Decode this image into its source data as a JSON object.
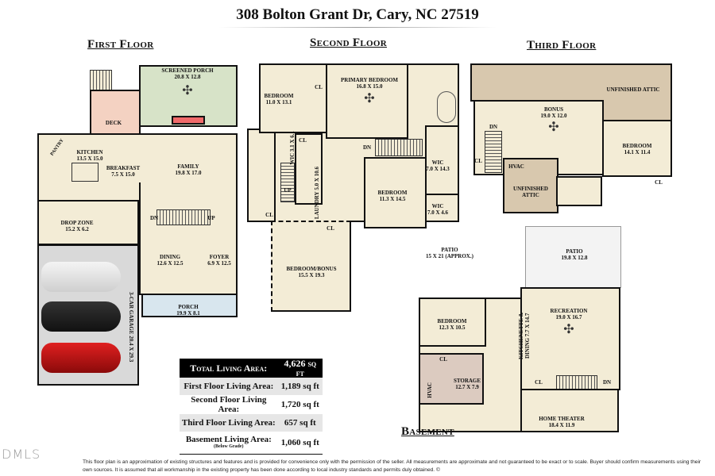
{
  "title": "308 Bolton Grant Dr, Cary, NC 27519",
  "floors": {
    "first": {
      "heading": "First Floor",
      "rooms": {
        "screened_porch": {
          "name": "SCREENED PORCH",
          "dims": "20.8 X 12.8"
        },
        "deck": {
          "name": "DECK"
        },
        "pantry": {
          "name": "PANTRY"
        },
        "kitchen": {
          "name": "KITCHEN",
          "dims": "13.5 X 15.0"
        },
        "breakfast": {
          "name": "BREAKFAST",
          "dims": "7.5 X 15.0"
        },
        "family": {
          "name": "FAMILY",
          "dims": "19.8 X 17.0"
        },
        "drop_zone": {
          "name": "DROP ZONE",
          "dims": "15.2 X 6.2"
        },
        "dining": {
          "name": "DINING",
          "dims": "12.6 X 12.5"
        },
        "foyer": {
          "name": "FOYER",
          "dims": "6.9 X 12.5"
        },
        "porch": {
          "name": "PORCH",
          "dims": "19.9 X 8.1"
        },
        "garage": {
          "name": "3-CAR GARAGE",
          "dims": "20.4 X 29.3"
        }
      },
      "stairs_dn": "DN",
      "stairs_up": "UP"
    },
    "second": {
      "heading": "Second Floor",
      "rooms": {
        "bedroom1": {
          "name": "BEDROOM",
          "dims": "11.0 X 13.1"
        },
        "primary": {
          "name": "PRIMARY BEDROOM",
          "dims": "16.8 X 15.0"
        },
        "wic_small": {
          "name": "WIC",
          "dims": "3.1 X 6.1"
        },
        "laundry": {
          "name": "LAUNDRY",
          "dims": "5.0 X 10.6"
        },
        "bedroom2": {
          "name": "BEDROOM",
          "dims": "11.3 X 14.5"
        },
        "wic1": {
          "name": "WIC",
          "dims": "7.0 X 14.3"
        },
        "wic2": {
          "name": "WIC",
          "dims": "7.0 X 4.6"
        },
        "bonus": {
          "name": "BEDROOM/BONUS",
          "dims": "15.5 X 19.3"
        }
      },
      "closet": "CL",
      "stairs_dn": "DN",
      "stairs_up": "UP"
    },
    "third": {
      "heading": "Third Floor",
      "rooms": {
        "attic_top": {
          "name": "UNFINISHED ATTIC"
        },
        "bonus": {
          "name": "BONUS",
          "dims": "19.0 X 12.0"
        },
        "bedroom": {
          "name": "BEDROOM",
          "dims": "14.1 X 11.4"
        },
        "hvac": {
          "name": "HVAC"
        },
        "attic_low": {
          "name": "UNFINISHED ATTIC"
        }
      },
      "closet": "CL",
      "stairs_dn": "DN"
    },
    "basement": {
      "heading": "Basement",
      "rooms": {
        "patio_approx": {
          "name": "PATIO",
          "dims": "15 X 21 (APPROX.)"
        },
        "patio": {
          "name": "PATIO",
          "dims": "19.8 X 12.8"
        },
        "bedroom": {
          "name": "BEDROOM",
          "dims": "12.3 X 10.5"
        },
        "kitchenette": {
          "name": "KITCHENETTE & DINING",
          "dims": "7.7 X 14.7"
        },
        "recreation": {
          "name": "RECREATION",
          "dims": "19.0 X 16.7"
        },
        "storage": {
          "name": "STORAGE",
          "dims": "12.7 X 7.9"
        },
        "hvac": {
          "name": "HVAC"
        },
        "theater": {
          "name": "HOME THEATER",
          "dims": "18.4 X 11.9"
        }
      },
      "closet": "CL",
      "stairs_dn": "DN"
    }
  },
  "area_table": {
    "total": {
      "label": "Total Living Area:",
      "value": "4,626 sq ft"
    },
    "rows": [
      {
        "label": "First Floor Living Area:",
        "value": "1,189 sq ft"
      },
      {
        "label": "Second Floor Living Area:",
        "value": "1,720 sq ft"
      },
      {
        "label": "Third Floor Living Area:",
        "value": "657 sq ft"
      },
      {
        "label": "Basement Living Area:",
        "note": "(Below Grade)",
        "value": "1,060 sq ft"
      }
    ]
  },
  "disclaimer": "This floor plan is an approximation of existing structures and features and is provided for convenience only with the permission of the seller.  All measurements are approximate and not guaranteed to be exact or to scale.  Buyer should confirm measurements using their own sources.  It is assumed that all workmanship in the existing property has been done according to local industry standards and permits duly obtained.  ©",
  "watermark": "DMLS",
  "colors": {
    "wall": "#111111",
    "floor": "#f3ecd6",
    "screened_porch": "#d7e3c8",
    "deck": "#f4d2c2",
    "porch": "#d8e6ee",
    "garage": "#d9d9d9",
    "attic": "#d8c8ae",
    "storage": "#dccbc0",
    "fireplace": "#f06a6a"
  }
}
